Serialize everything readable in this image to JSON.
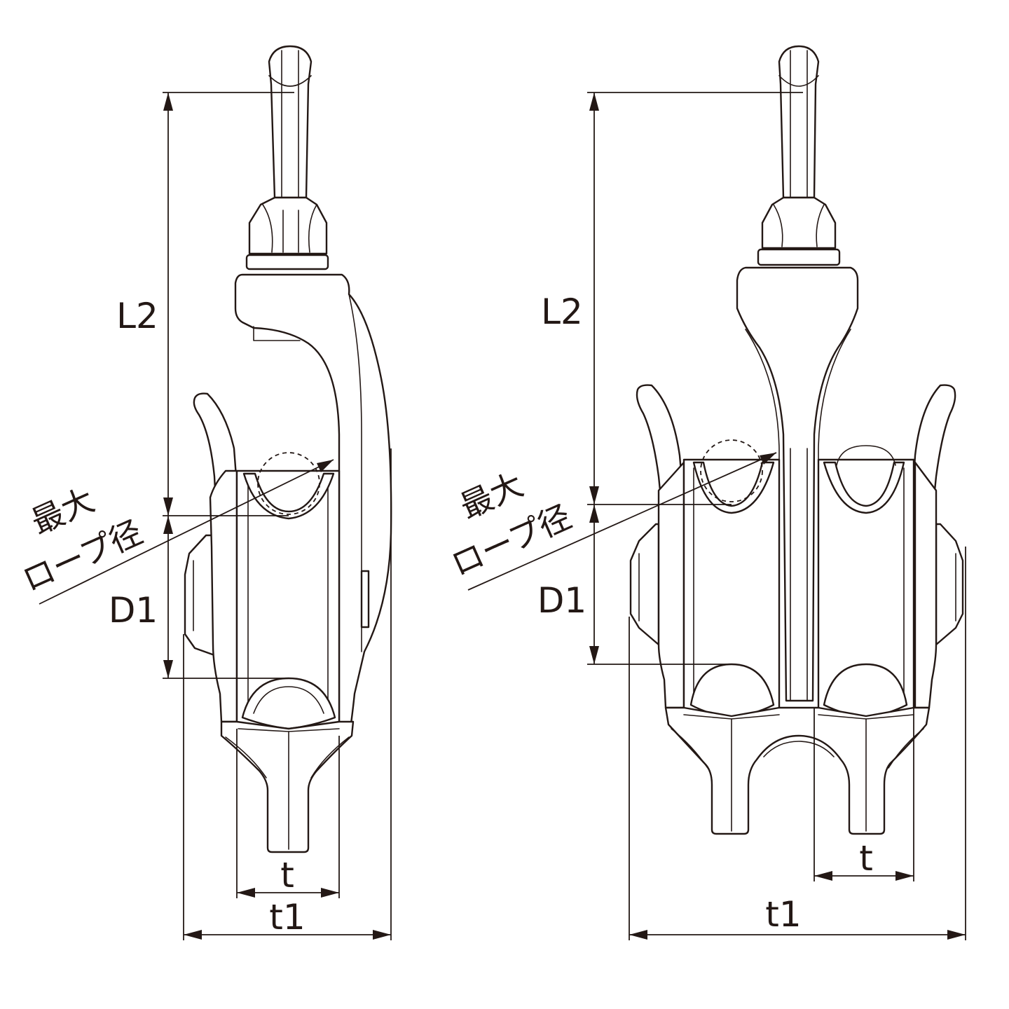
{
  "diagrams": [
    {
      "label_L2": "L2",
      "label_D1": "D1",
      "label_t": "t",
      "label_t1": "t1",
      "label_rope_line1": "最大",
      "label_rope_line2": "ロープ径"
    },
    {
      "label_L2": "L2",
      "label_D1": "D1",
      "label_t": "t",
      "label_t1": "t1",
      "label_rope_line1": "最大",
      "label_rope_line2": "ロープ径"
    }
  ],
  "colors": {
    "line": "#231815",
    "background": "#ffffff"
  }
}
